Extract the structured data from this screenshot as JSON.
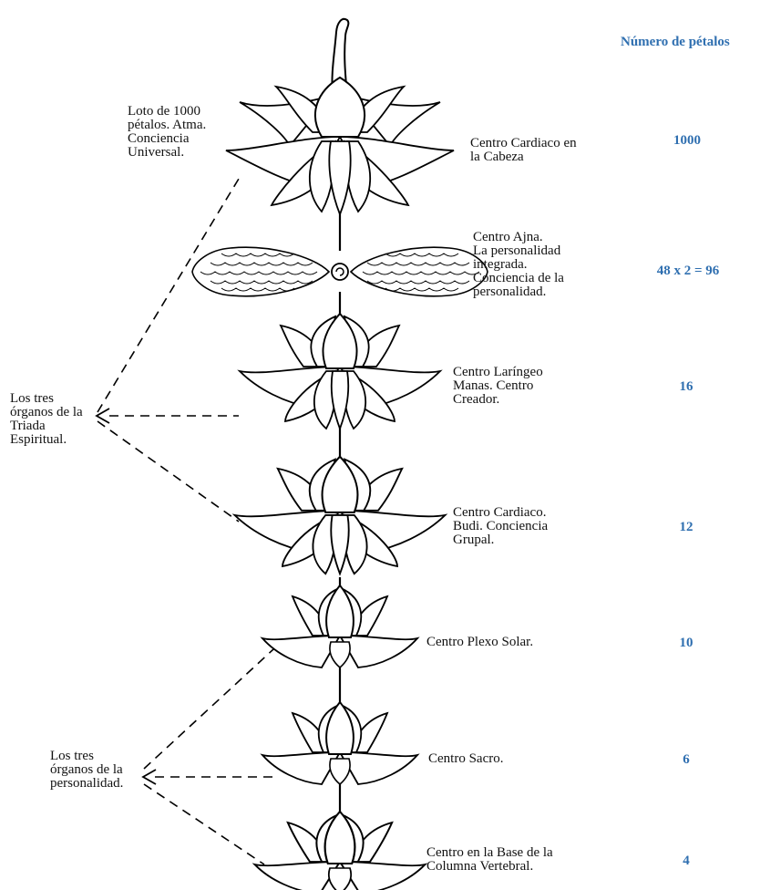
{
  "header": {
    "petal_count_title": "Número de pétalos"
  },
  "centers": [
    {
      "id": "head",
      "label_lines": [
        "Centro Cardiaco en",
        "la Cabeza"
      ],
      "petals": "1000"
    },
    {
      "id": "ajna",
      "label_lines": [
        "Centro Ajna.",
        "La personalidad",
        "integrada.",
        "Conciencia de la",
        "personalidad."
      ],
      "petals": "48 x 2 = 96"
    },
    {
      "id": "throat",
      "label_lines": [
        "Centro Laríngeo",
        "Manas. Centro",
        "Creador."
      ],
      "petals": "16"
    },
    {
      "id": "heart",
      "label_lines": [
        "Centro Cardiaco.",
        "Budi. Conciencia",
        "Grupal."
      ],
      "petals": "12"
    },
    {
      "id": "solar-plexus",
      "label_lines": [
        "Centro Plexo Solar."
      ],
      "petals": "10"
    },
    {
      "id": "sacral",
      "label_lines": [
        "Centro Sacro."
      ],
      "petals": "6"
    },
    {
      "id": "base",
      "label_lines": [
        "Centro en la Base de la",
        "Columna Vertebral."
      ],
      "petals": "4"
    }
  ],
  "annotations": {
    "lotus_1000": [
      "Loto de 1000",
      "pétalos. Atma.",
      "Conciencia",
      "Universal."
    ],
    "spiritual_triad": [
      "Los tres",
      "órganos de la",
      "Triada",
      "Espiritual."
    ],
    "personality": [
      "Los tres",
      "órganos de la",
      "personalidad."
    ]
  }
}
